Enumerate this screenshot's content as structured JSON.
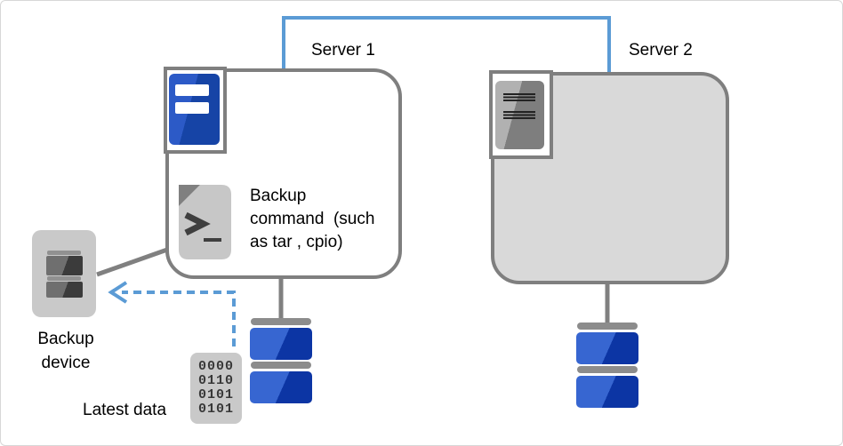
{
  "diagram": {
    "title_left": "Server 1",
    "title_right": "Server 2",
    "colors": {
      "network_link_blue": "#5B9BD5",
      "backup_flow_blue": "#5B9BD5",
      "box_border_gray": "#7F7F7F",
      "connector_gray": "#808080",
      "server2_fill": "#D9D9D9",
      "storage_blue_light": "#3766D1",
      "storage_blue_dark": "#0C35A4",
      "icon_gray": "#C9C9C9"
    },
    "icons": {
      "server1_icon": "server-tower-blue-icon",
      "server2_icon": "server-tower-gray-icon",
      "command_icon": "terminal-script-icon",
      "backup_device_icon": "tape-drive-icon",
      "storage_icon": "disk-storage-icon",
      "latest_data_icon": "binary-data-icon"
    },
    "nodes": {
      "server1": {
        "label": "Server 1"
      },
      "server2": {
        "label": "Server 2"
      },
      "backup_command": {
        "note_line1": "Backup",
        "note_line2": "command  (such",
        "note_line3": "as tar , cpio)"
      },
      "backup_device": {
        "label_line1": "Backup",
        "label_line2": "device"
      },
      "latest_data": {
        "label": "Latest data",
        "binary_rows": [
          "0000",
          "0110",
          "0101",
          "0101"
        ]
      }
    }
  }
}
